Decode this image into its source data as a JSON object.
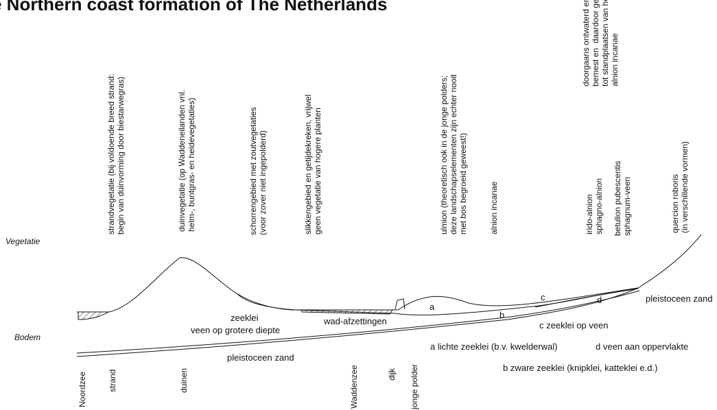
{
  "title": "e Northern coast formation of The Netherlands",
  "side_labels": {
    "vegetation": "Vegetatie",
    "soil": "Bodem"
  },
  "vegetation_labels": [
    {
      "id": "strand",
      "text": "strandvegetatie (bij voldoende breed strand:\nbegin van duinvorming door biestarwegras)"
    },
    {
      "id": "duin",
      "text": "duinvegetatie (op Waddeneilanden vnl.\nhelm-, buntgras- en heidevegetaties)"
    },
    {
      "id": "schor",
      "text": "schorrengebied met zoutvegetaties\n(voor zover niet ingepolderd)"
    },
    {
      "id": "slik",
      "text": "slikkengebied en getijdekreken, vrijwel\ngeen vegetatie van hogere planten"
    },
    {
      "id": "ulmion",
      "text": "ulmion (theoretisch ook in de jonge polders;\ndeze landschapselementen zijn echter nooit\nmet bos begroeid geweest!)"
    },
    {
      "id": "alnion",
      "text": "alnion incanae"
    },
    {
      "id": "irido",
      "text": "irido-alnion\nsphagno-alnion"
    },
    {
      "id": "betulion",
      "text": "betulion pubescentis\nsphagnum-veen"
    },
    {
      "id": "doorgaans",
      "text": "doorgaans ontwaterd en\nbemest en  daardoor geworden\ntot standplaatsen van het\nalnion incanae"
    },
    {
      "id": "quercion",
      "text": "quercion roboris\n(in verschillende vormen)"
    }
  ],
  "soil_labels": {
    "zeeklei": "zeeklei",
    "veen_diepte": "veen op grotere diepte",
    "wad": "wad-afzettingen",
    "pleistoceen_left": "pleistoceen zand",
    "pleistoceen_right": "pleistoceen zand",
    "a": "a",
    "b": "b",
    "c": "c",
    "d": "d"
  },
  "legend": [
    {
      "key": "c",
      "text": "c zeeklei op veen"
    },
    {
      "key": "a",
      "text": "a lichte zeeklei (b.v. kwelderwal)"
    },
    {
      "key": "d",
      "text": "d  veen aan oppervlakte"
    },
    {
      "key": "b",
      "text": "b zware zeeklei (knipklei, katteklei e.d.)"
    }
  ],
  "bottom_labels": [
    {
      "id": "noordzee",
      "text": "Noordzee"
    },
    {
      "id": "strand",
      "text": "strand"
    },
    {
      "id": "duinen",
      "text": "duinen"
    },
    {
      "id": "waddenzee",
      "text": "Waddenzee"
    },
    {
      "id": "dijk",
      "text": "dijk"
    },
    {
      "id": "jonge_polder",
      "text": "jonge polder"
    }
  ],
  "colors": {
    "line": "#111111",
    "background": "#ffffff"
  }
}
